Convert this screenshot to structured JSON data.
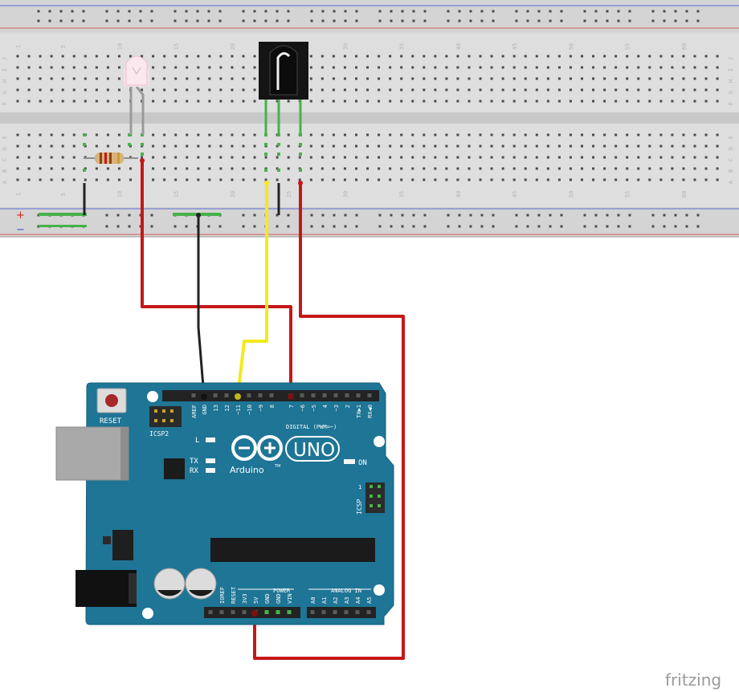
{
  "breadboard": {
    "column_numbers": [
      "1",
      "5",
      "10",
      "15",
      "20",
      "25",
      "30",
      "35",
      "40",
      "45",
      "50",
      "55",
      "60"
    ],
    "row_labels_top": [
      "J",
      "I",
      "H",
      "G",
      "F"
    ],
    "row_labels_bottom": [
      "E",
      "D",
      "C",
      "B",
      "A"
    ],
    "rail_plus": "+",
    "rail_minus": "−"
  },
  "arduino": {
    "reset_label": "RESET",
    "icsp2_label": "ICSP2",
    "icsp_label": "ICSP",
    "icsp_pin1": "1",
    "digital_label": "DIGITAL (PWM=~)",
    "digital_pins": [
      "AREF",
      "GND",
      "13",
      "12",
      "~11",
      "~10",
      "~9",
      "8",
      "7",
      "~6",
      "~5",
      "4",
      "~3",
      "2",
      "TX▶1",
      "RX◀0"
    ],
    "led_l": "L",
    "led_tx": "TX",
    "led_rx": "RX",
    "on_label": "ON",
    "brand_name": "Arduino",
    "trademark": "TM",
    "model": "UNO",
    "power_label": "POWER",
    "power_pins": [
      "IOREF",
      "RESET",
      "3V3",
      "5V",
      "GND",
      "GND",
      "VIN"
    ],
    "analog_label": "ANALOG IN",
    "analog_pins": [
      "A0",
      "A1",
      "A2",
      "A3",
      "A4",
      "A5"
    ]
  },
  "footer": {
    "brand": "fritzing"
  },
  "colors": {
    "board": "#1e7596",
    "wire_red": "#c41818",
    "wire_black": "#222222",
    "wire_yellow": "#f2ea1d",
    "breadboard": "#dcdcdc",
    "pin_green": "#47b24a"
  }
}
